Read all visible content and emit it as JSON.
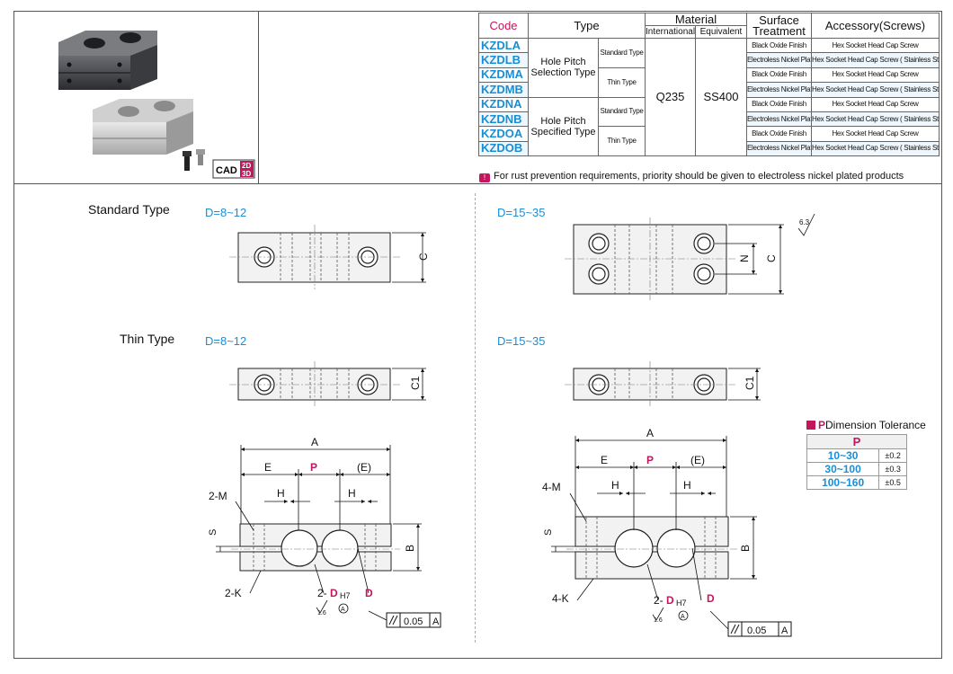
{
  "cad": {
    "label": "CAD",
    "top": "2D",
    "bottom": "3D"
  },
  "table": {
    "headers": {
      "code": "Code",
      "type": "Type",
      "material": "Material",
      "international": "International",
      "equivalent": "Equivalent",
      "surface": "Surface Treatment",
      "accessory": "Accessory(Screws)"
    },
    "codes": [
      "KZDLA",
      "KZDLB",
      "KZDMA",
      "KZDMB",
      "KZDNA",
      "KZDNB",
      "KZDOA",
      "KZDOB"
    ],
    "group1": "Hole Pitch Selection Type",
    "group2": "Hole Pitch Specified Type",
    "sub_standard": "Standard Type",
    "sub_thin": "Thin Type",
    "mat_int": "Q235",
    "mat_eq": "SS400",
    "finish_oxide": "Black Oxide Finish",
    "finish_nickel": "Electroless Nickel Plating",
    "screw": "Hex Socket Head Cap Screw",
    "screw_ss": "Hex Socket Head Cap Screw ( Stainless Steel )"
  },
  "note": {
    "mark": "!",
    "text": "For rust prevention requirements, priority should be given to electroless nickel plated products"
  },
  "labels": {
    "standard_type": "Standard Type",
    "thin_type": "Thin Type",
    "d_small": "D=8~12",
    "d_large": "D=15~35"
  },
  "dims": {
    "A": "A",
    "E": "E",
    "P": "P",
    "E2": "(E)",
    "H": "H",
    "C": "C",
    "C1": "C1",
    "N": "N",
    "B": "B",
    "S": "S",
    "M2": "2-M",
    "M4": "4-M",
    "K2": "2-K",
    "K4": "4-K",
    "DH7_n": "2-",
    "DH7_d": "D",
    "DH7_s": "H7",
    "D": "D",
    "rough": "6.3",
    "rough2": "1.6",
    "datum": "A",
    "parallel": "0.05"
  },
  "tolerance": {
    "title_p": "P",
    "title_rest": "Dimension Tolerance",
    "header": "P",
    "rows": [
      {
        "range": "10~30",
        "tol": "±0.2"
      },
      {
        "range": "30~100",
        "tol": "±0.3"
      },
      {
        "range": "100~160",
        "tol": "±0.5"
      }
    ]
  }
}
